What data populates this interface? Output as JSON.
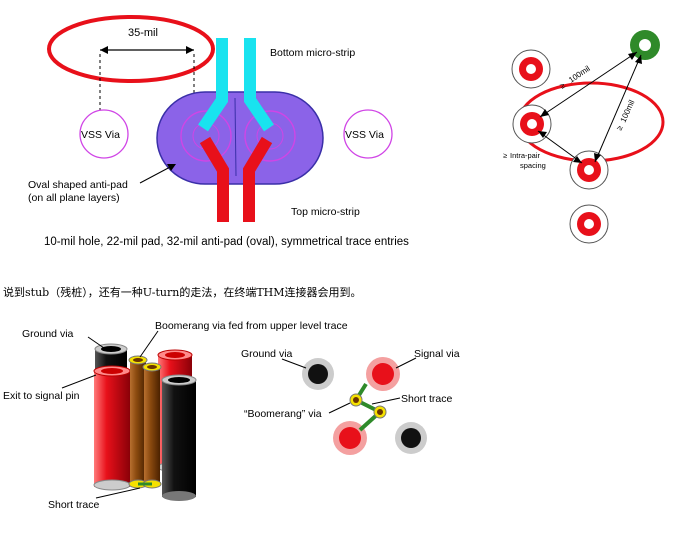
{
  "figure1": {
    "dim_label": "35-mil",
    "bottom_label": "Bottom micro-strip",
    "top_label": "Top micro-strip",
    "vss_left": "VSS Via",
    "vss_right": "VSS Via",
    "antipad_line1": "Oval shaped anti-pad",
    "antipad_line2": "(on all plane layers)",
    "caption": "10-mil hole, 22-mil pad, 32-mil anti-pad (oval), symmetrical trace entries"
  },
  "figure2": {
    "label_100_a": "100mil",
    "label_100_b": "100mil",
    "label_intra_1": "Intra-pair",
    "label_intra_2": "spacing",
    "ge_a": "≥",
    "ge_b": "≥",
    "ge_c": "≥"
  },
  "text_line": "说到stub（残桩），还有一种U-turn的走法，在终端THM连接器会用到。",
  "figure3": {
    "ground_via_left": "Ground via",
    "boomerang_fed": "Boomerang via fed from upper level trace",
    "exit_signal": "Exit to signal pin",
    "short_trace_left": "Short trace",
    "ground_via_right": "Ground via",
    "signal_via": "Signal via",
    "short_trace_right": "Short trace",
    "boomerang_via": "“Boomerang” via"
  },
  "colors": {
    "red": "#e8101a",
    "cyan": "#19e3ef",
    "purple": "#8b63e8",
    "magenta_ring": "#d045e6",
    "green": "#2f8a2a",
    "brown": "#8b4a0f",
    "yellow": "#f5e100"
  }
}
